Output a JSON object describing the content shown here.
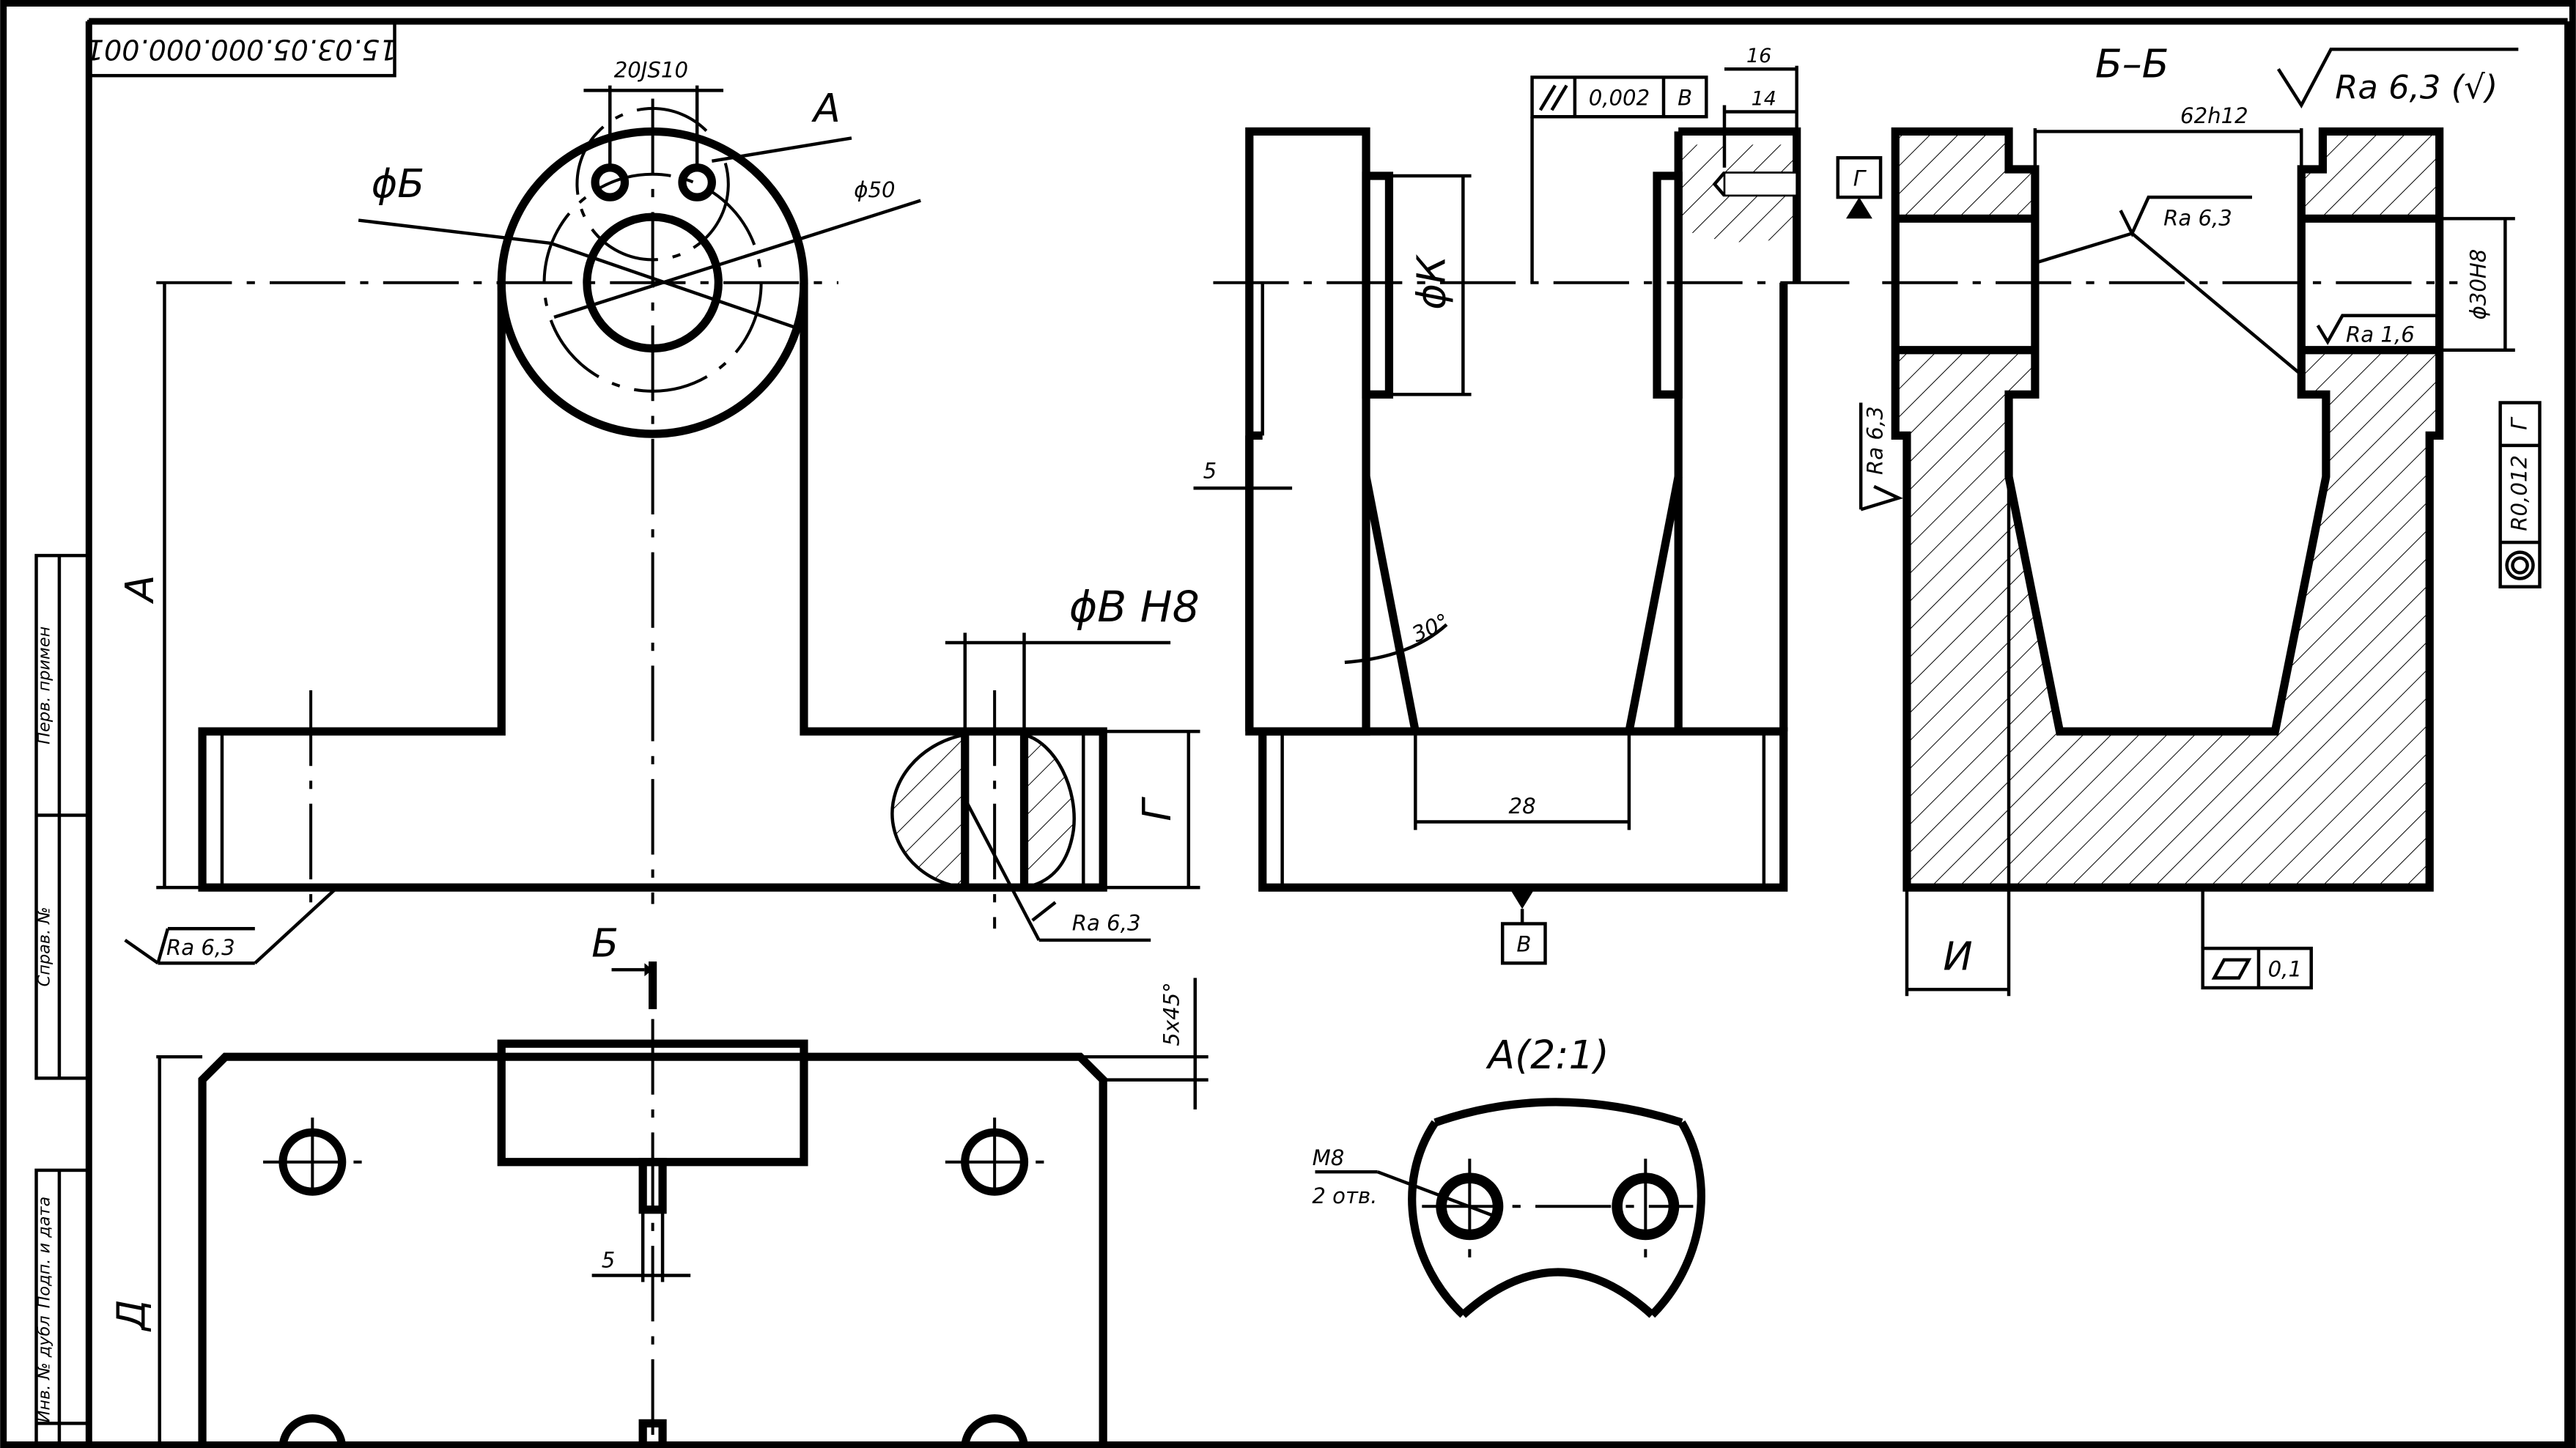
{
  "drawing_number": "15.03.05.000.000.001",
  "section_label": "Б–Б",
  "detail_label": "A(2:1)",
  "roughness_general": "Ra 6,3 (√)",
  "front_view": {
    "label_a": "A",
    "dia_b": "ϕБ",
    "dia_50": "ϕ50",
    "holes_spacing": "20JS10",
    "dim_a": "A",
    "dia_v": "ϕВ  H8",
    "dim_g": "Г",
    "ra_bottom": "Ra 6,3",
    "ra_hole": "Ra 6,3"
  },
  "side_view": {
    "parallelism_value": "0,002",
    "parallelism_datum": "В",
    "dim_16": "16",
    "dim_14": "14",
    "dia_k": "ϕК",
    "dim_5": "5",
    "angle_30": "30°",
    "dim_28": "28",
    "datum_v": "В",
    "datum_g": "Г"
  },
  "section_view": {
    "dim_62": "62h12",
    "ra_bore": "Ra 6,3",
    "ra_left": "Ra 6,3",
    "ra_inner": "Ra 1,6",
    "dia_30": "ϕ30H8",
    "runout_value": "R0,012",
    "runout_datum": "Г",
    "flatness_value": "0,1",
    "dim_i": "И"
  },
  "plan_view": {
    "section_mark": "Б",
    "chamfer": "5х45°",
    "dim_5": "5",
    "dim_d": "Д"
  },
  "detail": {
    "thread": "М8",
    "holes_count": "2 отв."
  },
  "side_stamp": {
    "perv_primen": "Перв. примен",
    "sprav_no": "Справ. №",
    "podp_data": "Подп. и дата",
    "inv_dubl": "Инв. № дубл"
  }
}
